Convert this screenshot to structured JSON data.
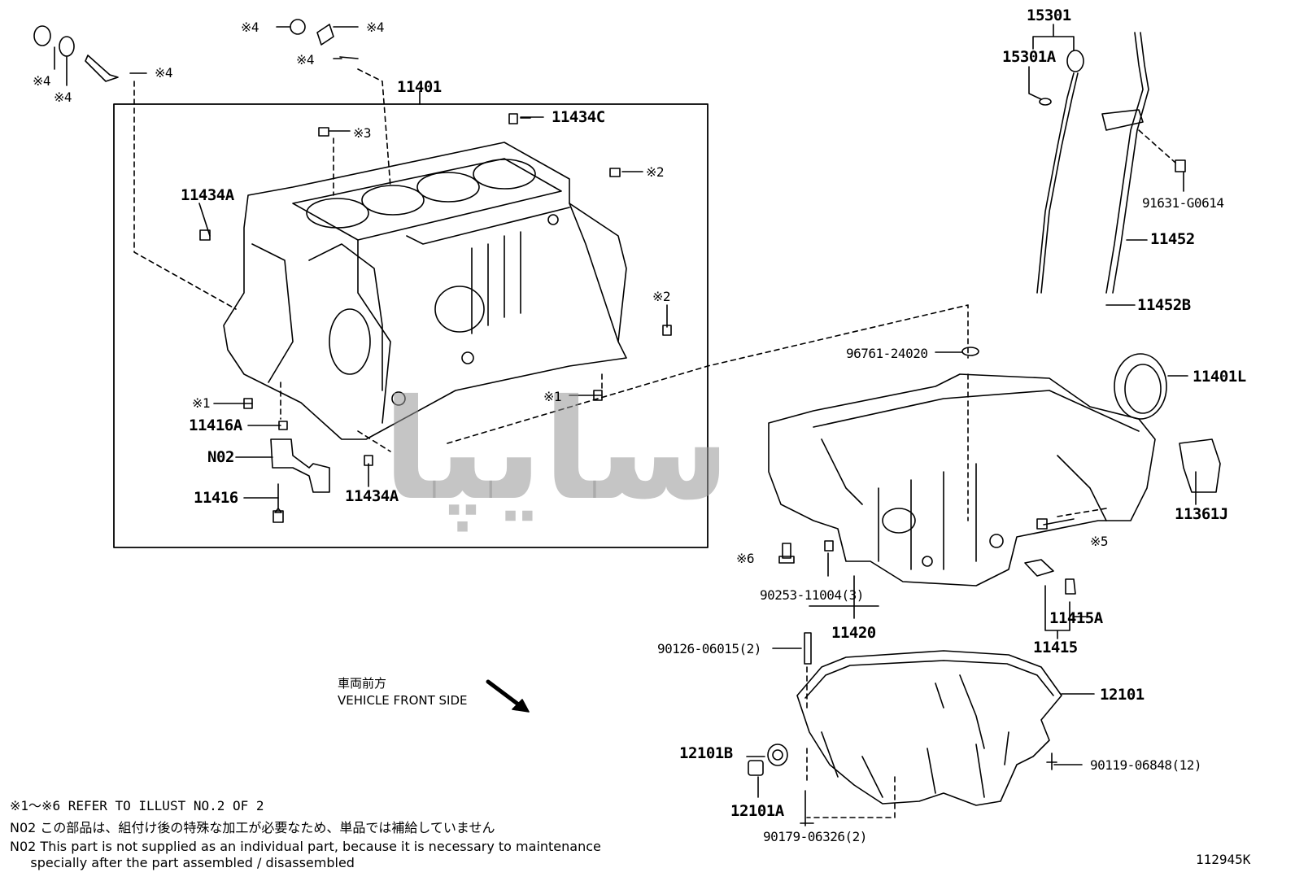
{
  "labels": {
    "p11401": "11401",
    "p11434C": "11434C",
    "p11434A_top": "11434A",
    "p11416A": "11416A",
    "pN02": "N02",
    "p11416": "11416",
    "p11434A_bot": "11434A",
    "p15301": "15301",
    "p15301A": "15301A",
    "p91631": "91631-G0614",
    "p11452": "11452",
    "p11452B": "11452B",
    "p96761": "96761-24020",
    "p11401L": "11401L",
    "p11361J": "11361J",
    "p90253": "90253-11004(3)",
    "p11420": "11420",
    "p11415A": "11415A",
    "p11415": "11415",
    "p90126": "90126-06015(2)",
    "p12101": "12101",
    "p12101B": "12101B",
    "p12101A": "12101A",
    "p90119": "90119-06848(12)",
    "p90179": "90179-06326(2)",
    "r4a": "※4",
    "r4b": "※4",
    "r4c": "※4",
    "r4d": "※4",
    "r4e": "※4",
    "r4f": "※4",
    "r3": "※3",
    "r2a": "※2",
    "r2b": "※2",
    "r1a": "※1",
    "r1b": "※1",
    "r5": "※5",
    "r6": "※6"
  },
  "front": {
    "jp": "車両前方",
    "en": "VEHICLE FRONT SIDE"
  },
  "notes": {
    "refer": "※1～※6 REFER TO ILLUST NO.2 OF 2",
    "n02_jp": "N02  この部品は、組付け後の特殊な加工が必要なため、単品では補給していません",
    "n02_en1": "N02  This part is not supplied as an individual part, because it is necessary to maintenance",
    "n02_en2": "     specially after the part assembled / disassembled"
  },
  "watermark": "ﺳﺎﯾﭙﺎ",
  "figure_code": "112945K"
}
